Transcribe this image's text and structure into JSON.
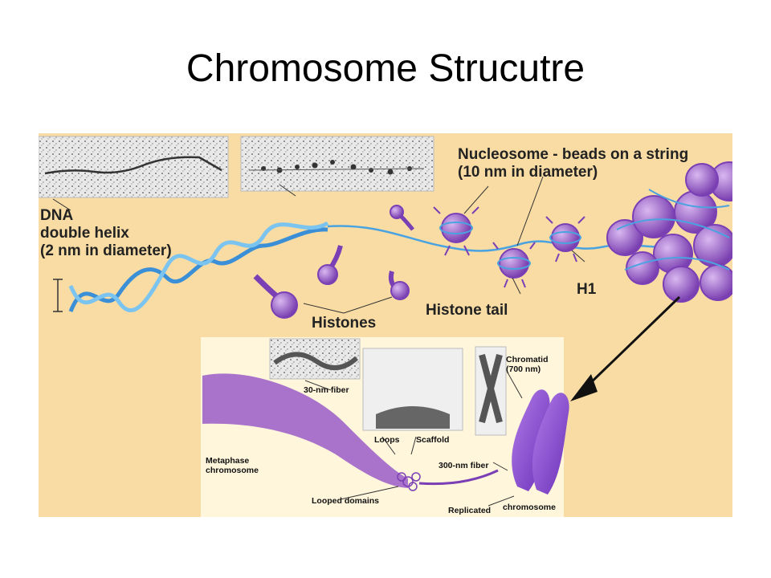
{
  "title": "Chromosome Strucutre",
  "figure": {
    "labels": {
      "dna": "DNA\ndouble helix\n(2 nm in diameter)",
      "nucleosome": "Nucleosome - beads on a string\n(10 nm in diameter)",
      "histones": "Histones",
      "histone_tail": "Histone tail",
      "h1": "H1",
      "chromatid": "Chromatid\n(700 nm)",
      "fiber30": "30-nm fiber",
      "loops": "Loops",
      "scaffold": "Scaffold",
      "fiber300": "300-nm fiber",
      "metaphase": "Metaphase\nchromosome",
      "looped_domains": "Looped domains",
      "replicated": "Replicated",
      "chromosome": "chromosome"
    },
    "colors": {
      "background": "#f8dca4",
      "inset_background": "#fff6dc",
      "dna_blue": "#4aa3e0",
      "histone_purple": "#9a5cc8",
      "chromosome_purple": "#8a4fd0",
      "arrow": "#111111"
    }
  }
}
